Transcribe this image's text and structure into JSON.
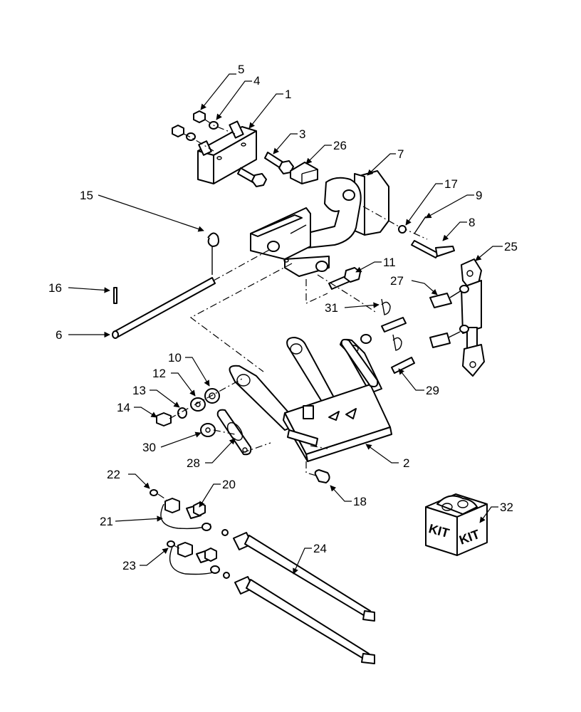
{
  "callouts": [
    "1",
    "2",
    "3",
    "4",
    "5",
    "6",
    "7",
    "8",
    "9",
    "10",
    "11",
    "12",
    "13",
    "14",
    "15",
    "16",
    "17",
    "18",
    "20",
    "21",
    "22",
    "23",
    "24",
    "25",
    "26",
    "27",
    "28",
    "29",
    "30",
    "31",
    "32"
  ],
  "kit_labels": [
    "KIT",
    "KIT"
  ]
}
